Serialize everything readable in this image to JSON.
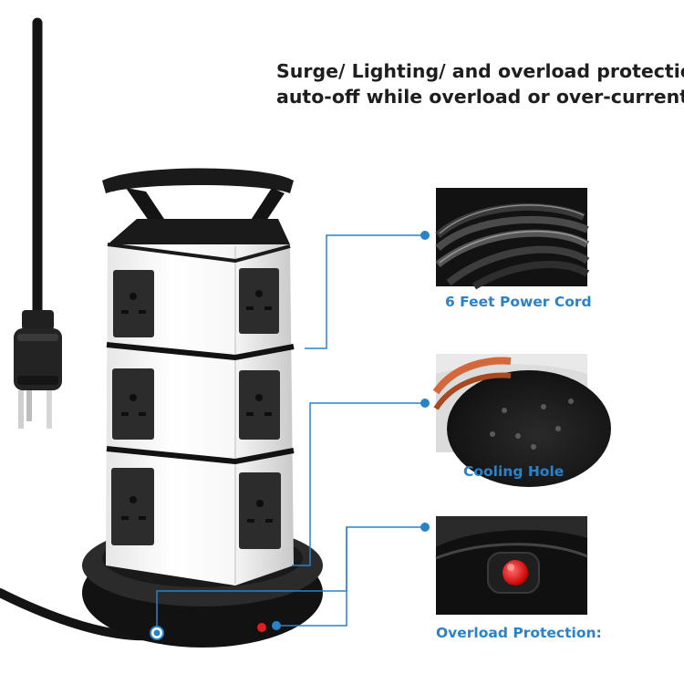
{
  "headline": {
    "line1": "Surge/ Lighting/ and overload protection",
    "line2": "auto-off while overload or over-current"
  },
  "callouts": [
    {
      "label": "6 Feet Power Cord",
      "icon": "coiled-cable-photo"
    },
    {
      "label": "Cooling Hole",
      "icon": "base-vent-photo"
    },
    {
      "label": "Overload Protection:",
      "icon": "red-switch-photo"
    }
  ],
  "colors": {
    "accent": "#2a82c8",
    "tower_body": "#f4f4f4",
    "tower_trim": "#1b1b1b",
    "socket": "#333333"
  }
}
